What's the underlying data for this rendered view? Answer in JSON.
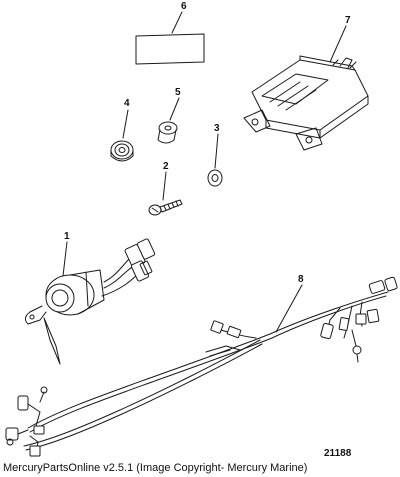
{
  "callouts": {
    "c1": "1",
    "c2": "2",
    "c3": "3",
    "c4": "4",
    "c5": "5",
    "c6": "6",
    "c7": "7",
    "c8": "8"
  },
  "figure_number": "21188",
  "copyright": "MercuryPartsOnline v2.5.1 (Image Copyright- Mercury Marine)",
  "colors": {
    "line": "#1a1a1a",
    "background": "#ffffff"
  }
}
